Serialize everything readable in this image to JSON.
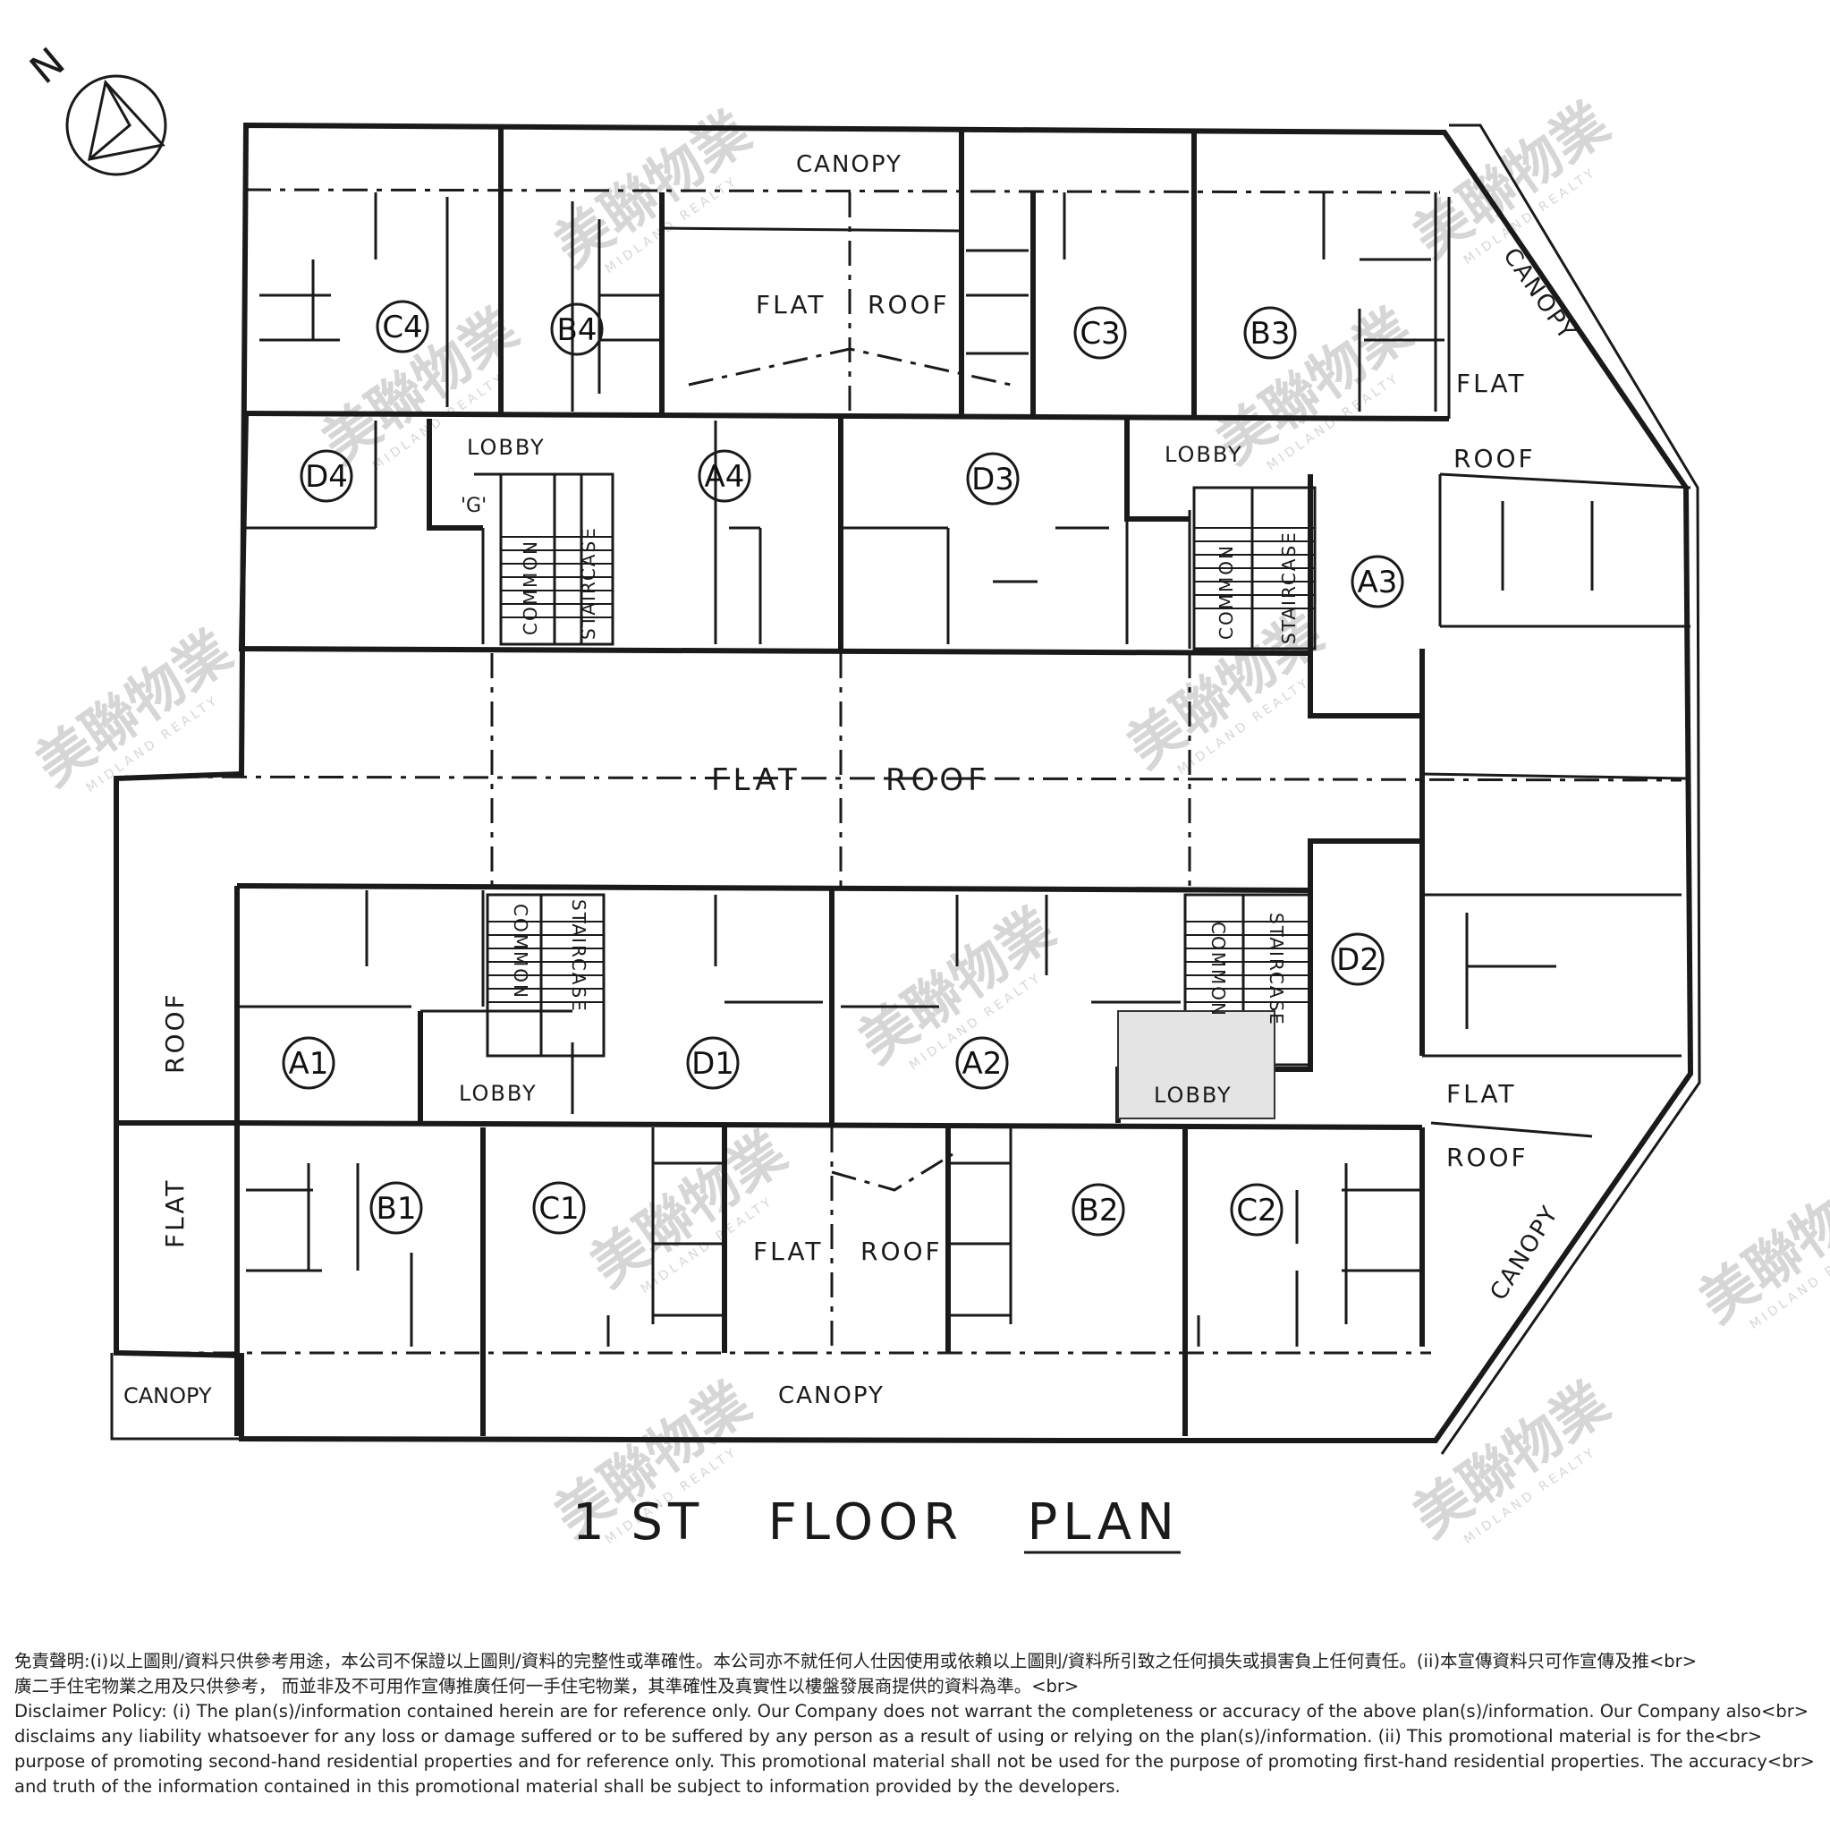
{
  "compass": {
    "label": "N",
    "icon": "north-arrow-icon"
  },
  "plan_title": "1 ST   FLOOR   PLAN",
  "watermark": {
    "brand": "美聯物業",
    "sub": "MIDLAND REALTY"
  },
  "units": {
    "c4": "C4",
    "b4": "B4",
    "c3": "C3",
    "b3": "B3",
    "d4": "D4",
    "a4": "A4",
    "d3": "D3",
    "a3": "A3",
    "a1": "A1",
    "d1": "D1",
    "a2": "A2",
    "d2": "D2",
    "b1": "B1",
    "c1": "C1",
    "b2": "B2",
    "c2": "C2"
  },
  "labels": {
    "canopy_top": "CANOPY",
    "canopy_ne": "CANOPY",
    "canopy_se": "CANOPY",
    "canopy_bl": "CANOPY",
    "canopy_bottom": "CANOPY",
    "flat": "FLAT",
    "roof": "ROOF",
    "lobby": "LOBBY",
    "g": "'G'",
    "common": "COMMON",
    "staircase": "STAIRCASE"
  },
  "disclaimer": {
    "zh_line1": "免責聲明:(i)以上圖則/資料只供參考用途，本公司不保證以上圖則/資料的完整性或準確性。本公司亦不就任何人仕因使用或依賴以上圖則/資料所引致之任何損失或損害負上任何責任。(ii)本宣傳資料只可作宣傳及推<br>",
    "zh_line2": "廣二手住宅物業之用及只供參考， 而並非及不可用作宣傳推廣任何一手住宅物業，其準確性及真實性以樓盤發展商提供的資料為準。<br>",
    "en_line1": "Disclaimer Policy: (i) The plan(s)/information contained herein are for reference only. Our Company does not warrant the completeness or accuracy of the above plan(s)/information. Our Company also<br>",
    "en_line2": "disclaims any liability whatsoever for any loss or damage suffered or to be suffered by any person as a result of using or relying on the plan(s)/information. (ii) This promotional material is for the<br>",
    "en_line3": "purpose of promoting second-hand residential properties and for reference only. This promotional material shall not be used for the purpose of promoting first-hand residential properties. The accuracy<br>",
    "en_line4": "and truth of the information contained in this promotional material shall be subject to information provided by the developers."
  }
}
